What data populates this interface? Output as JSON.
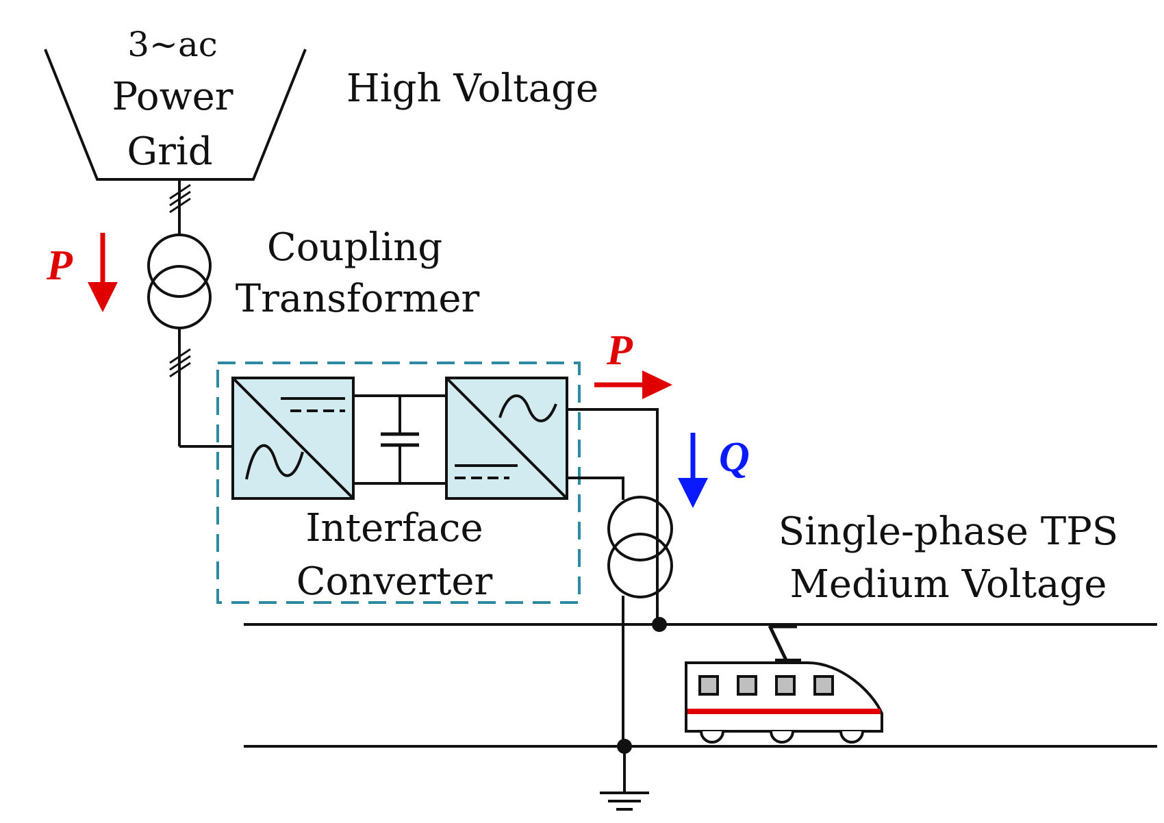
{
  "labels": {
    "grid_line1": "3~ac",
    "grid_line2": "Power",
    "grid_line3": "Grid",
    "high_voltage": "High Voltage",
    "coupling_line1": "Coupling",
    "coupling_line2": "Transformer",
    "interface_line1": "Interface",
    "interface_line2": "Converter",
    "tps_line1": "Single-phase TPS",
    "tps_line2": "Medium Voltage"
  },
  "flows": {
    "p_grid": "P",
    "p_out": "P",
    "q": "Q"
  },
  "colors": {
    "line": "#111111",
    "active_power": "#e00000",
    "reactive_power": "#0a1aff",
    "converter_fill": "#d2ebf1",
    "converter_boundary": "#2b8a9f",
    "train_stripe": "#e00000",
    "train_window": "#bfbfbf"
  }
}
